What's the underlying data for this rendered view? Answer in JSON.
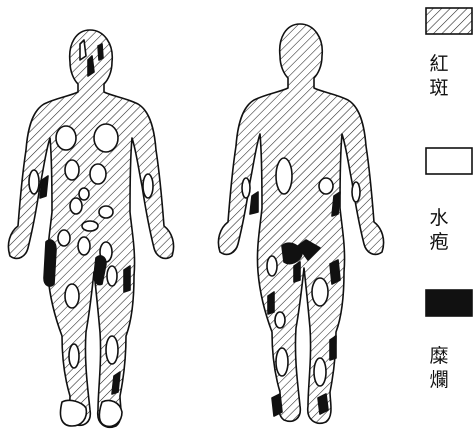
{
  "legend": [
    {
      "key": "erythema",
      "label_lines": [
        "紅",
        "斑"
      ],
      "pattern": "hatch"
    },
    {
      "key": "blister",
      "label_lines": [
        "水",
        "疱"
      ],
      "pattern": "white"
    },
    {
      "key": "erosion",
      "label_lines": [
        "糜",
        "爛"
      ],
      "pattern": "black"
    }
  ],
  "colors": {
    "ink": "#111111",
    "paper": "#ffffff"
  }
}
